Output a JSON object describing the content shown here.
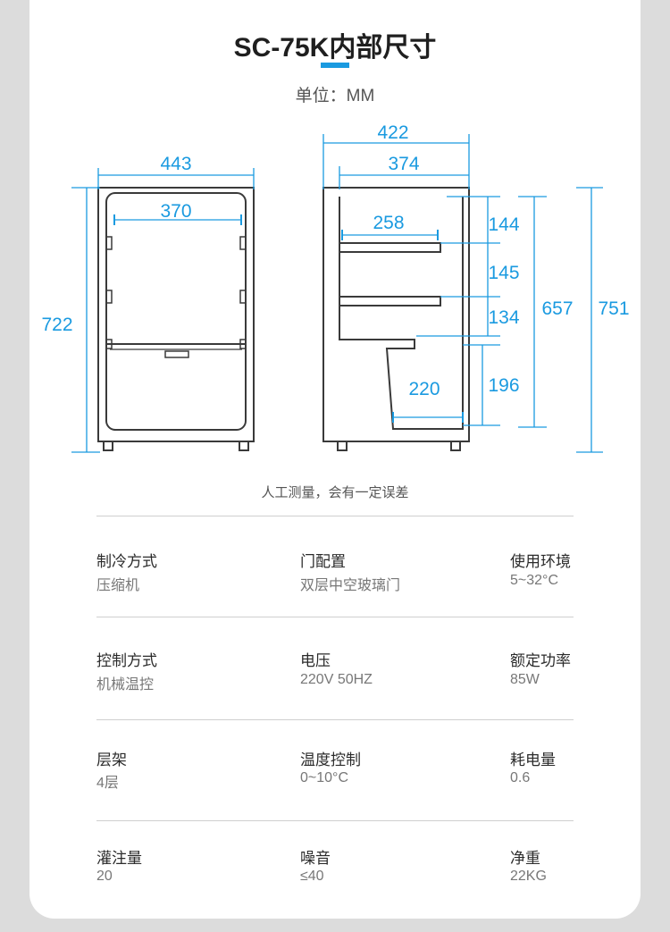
{
  "title": "SC-75K内部尺寸",
  "unit": "单位：MM",
  "note": "人工测量，会有一定误差",
  "colors": {
    "accent": "#1a9ae0",
    "dimension": "#1a9ae0",
    "outline": "#3a3a3a"
  },
  "front_view": {
    "outer_width": "443",
    "inner_width": "370",
    "outer_height": "722"
  },
  "side_view": {
    "outer_depth": "422",
    "inner_depth": "374",
    "shelf_depth": "258",
    "lower_depth": "220",
    "shelf_gap_1": "144",
    "shelf_gap_2": "145",
    "shelf_gap_3": "134",
    "bottom_gap": "196",
    "inner_height": "657",
    "outer_height": "751"
  },
  "specs": [
    [
      {
        "label": "制冷方式",
        "value": "压缩机"
      },
      {
        "label": "门配置",
        "value": "双层中空玻璃门"
      },
      {
        "label": "使用环境",
        "value": "5~32°C"
      }
    ],
    [
      {
        "label": "控制方式",
        "value": "机械温控"
      },
      {
        "label": "电压",
        "value": "220V 50HZ"
      },
      {
        "label": "额定功率",
        "value": "85W"
      }
    ],
    [
      {
        "label": "层架",
        "value": "4层"
      },
      {
        "label": "温度控制",
        "value": "0~10°C"
      },
      {
        "label": "耗电量",
        "value": "0.6"
      }
    ],
    [
      {
        "label": "灌注量",
        "value": "20"
      },
      {
        "label": "噪音",
        "value": "≤40"
      },
      {
        "label": "净重",
        "value": "22KG"
      }
    ]
  ]
}
